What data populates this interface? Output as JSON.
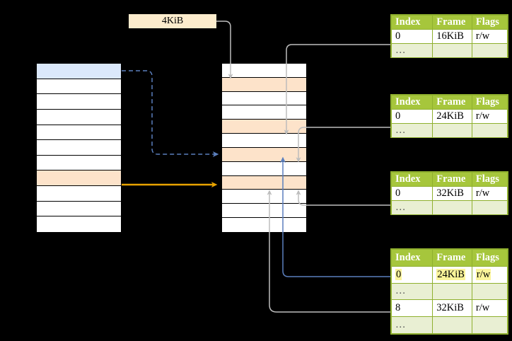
{
  "diagram": {
    "title_chip": {
      "label": "4KiB"
    },
    "left_table": {
      "name": "virtual-address-space",
      "row_count": 11,
      "rows": [
        {
          "label": "",
          "fill": "blue"
        },
        {
          "label": "",
          "fill": "white"
        },
        {
          "label": "",
          "fill": "white"
        },
        {
          "label": "",
          "fill": "white"
        },
        {
          "label": "",
          "fill": "white"
        },
        {
          "label": "",
          "fill": "white"
        },
        {
          "label": "",
          "fill": "white"
        },
        {
          "label": "",
          "fill": "peach"
        },
        {
          "label": "",
          "fill": "white"
        },
        {
          "label": "",
          "fill": "white"
        },
        {
          "label": "",
          "fill": "white"
        }
      ]
    },
    "middle_table": {
      "name": "physical-memory-frames",
      "row_count": 12,
      "rows": [
        {
          "label": "",
          "fill": "white"
        },
        {
          "label": "",
          "fill": "peach"
        },
        {
          "label": "",
          "fill": "white"
        },
        {
          "label": "",
          "fill": "white"
        },
        {
          "label": "",
          "fill": "peach"
        },
        {
          "label": "",
          "fill": "white"
        },
        {
          "label": "",
          "fill": "peach"
        },
        {
          "label": "",
          "fill": "white"
        },
        {
          "label": "",
          "fill": "peach"
        },
        {
          "label": "",
          "fill": "white"
        },
        {
          "label": "",
          "fill": "white"
        },
        {
          "label": "",
          "fill": "white"
        }
      ]
    },
    "page_tables": [
      {
        "name": "page-table-level-1",
        "headers": [
          "Index",
          "Frame",
          "Flags"
        ],
        "rows": [
          {
            "cells": [
              "0",
              "16KiB",
              "r/w"
            ],
            "dim": false,
            "highlight": [
              false,
              false,
              false
            ]
          },
          {
            "cells": [
              "…",
              "",
              ""
            ],
            "dim": true,
            "highlight": [
              false,
              false,
              false
            ]
          }
        ]
      },
      {
        "name": "page-table-level-2",
        "headers": [
          "Index",
          "Frame",
          "Flags"
        ],
        "rows": [
          {
            "cells": [
              "0",
              "24KiB",
              "r/w"
            ],
            "dim": false,
            "highlight": [
              false,
              false,
              false
            ]
          },
          {
            "cells": [
              "…",
              "",
              ""
            ],
            "dim": true,
            "highlight": [
              false,
              false,
              false
            ]
          }
        ]
      },
      {
        "name": "page-table-level-3",
        "headers": [
          "Index",
          "Frame",
          "Flags"
        ],
        "rows": [
          {
            "cells": [
              "0",
              "32KiB",
              "r/w"
            ],
            "dim": false,
            "highlight": [
              false,
              false,
              false
            ]
          },
          {
            "cells": [
              "…",
              "",
              ""
            ],
            "dim": true,
            "highlight": [
              false,
              false,
              false
            ]
          }
        ]
      },
      {
        "name": "page-table-level-4",
        "headers": [
          "Index",
          "Frame",
          "Flags"
        ],
        "rows": [
          {
            "cells": [
              "0",
              "24KiB",
              "r/w"
            ],
            "dim": false,
            "highlight": [
              true,
              true,
              true
            ]
          },
          {
            "cells": [
              "…",
              "",
              ""
            ],
            "dim": true,
            "highlight": [
              false,
              false,
              false
            ]
          },
          {
            "cells": [
              "8",
              "32KiB",
              "r/w"
            ],
            "dim": false,
            "highlight": [
              false,
              false,
              false
            ]
          },
          {
            "cells": [
              "…",
              "",
              ""
            ],
            "dim": true,
            "highlight": [
              false,
              false,
              false
            ]
          }
        ]
      }
    ],
    "colors": {
      "header_green": "#a6c63c",
      "dim_green": "#e9efd3",
      "border_green": "#8fb02e",
      "peach": "#fde3ca",
      "blue_fill": "#dbe8fb",
      "chip": "#fdeccd",
      "highlight_yellow": "#fbf49a",
      "arrow_blue": "#5b7fbd",
      "arrow_orange": "#e8a300",
      "arrow_gray": "#b3b3b3",
      "background": "#000000"
    },
    "connectors": [
      {
        "name": "virtual-page-to-frame-dashed",
        "style": "dashed",
        "color": "#5b7fbd"
      },
      {
        "name": "virtual-page-to-frame-solid",
        "style": "solid",
        "color": "#e8a300"
      },
      {
        "name": "frame-to-page-table-1",
        "style": "solid",
        "color": "#b3b3b3"
      },
      {
        "name": "frame-to-page-table-2",
        "style": "solid",
        "color": "#b3b3b3"
      },
      {
        "name": "frame-to-page-table-3",
        "style": "solid",
        "color": "#b3b3b3"
      },
      {
        "name": "frame-to-page-table-4",
        "style": "solid",
        "color": "#b3b3b3"
      },
      {
        "name": "page-table-4-to-frame",
        "style": "solid",
        "color": "#5b7fbd"
      }
    ]
  }
}
